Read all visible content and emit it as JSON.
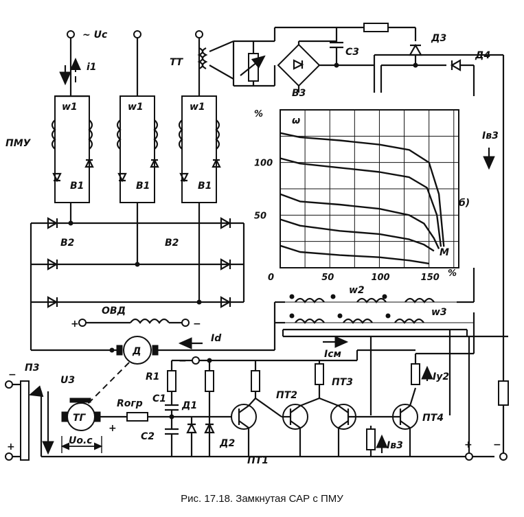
{
  "figure": {
    "caption": "Рис. 17.18. Замкнутая САР с ПМУ"
  },
  "labels": {
    "supply": "~ Uc",
    "current_i1": "i1",
    "amplifier": "ПМУ",
    "winding_w1": "w1",
    "rectifier_v1": "В1",
    "rectifier_v2": "В2",
    "current_transformer": "ТТ",
    "rectifier_v3": "В3",
    "capacitor_c3": "С3",
    "diode_d3": "Д3",
    "diode_d4": "Д4",
    "current_iv3": "Iв3",
    "excitation_winding": "ОВД",
    "current_id": "Id",
    "motor": "Д",
    "tachogenerator": "ТГ",
    "potentiometer": "П3",
    "voltage_u3": "U3",
    "voltage_uoc": "Uо.с",
    "resistor_r1": "R1",
    "resistor_rogr": "Rогр",
    "capacitor_c1": "С1",
    "capacitor_c2": "С2",
    "diode_d1": "Д1",
    "diode_d2": "Д2",
    "transistor_pt1": "ПТ1",
    "transistor_pt2": "ПТ2",
    "transistor_pt3": "ПТ3",
    "transistor_pt4": "ПТ4",
    "winding_w2": "w2",
    "winding_w3": "w3",
    "current_icm": "Iсм",
    "current_iu2": "Iу2",
    "current_iv3_low": "Iв3",
    "plus": "+",
    "minus": "−"
  },
  "chart_data": {
    "type": "line",
    "panel_label": "б)",
    "y_unit": "%",
    "x_unit": "%",
    "y_var": "ω",
    "x_var": "M",
    "x_ticks": [
      "0",
      "50",
      "100",
      "150"
    ],
    "y_ticks": [
      "50",
      "100"
    ],
    "xlim": [
      0,
      180
    ],
    "ylim": [
      0,
      150
    ],
    "grid": true,
    "series": [
      {
        "x": [
          0,
          20,
          60,
          100,
          130,
          150,
          160,
          165
        ],
        "y": [
          128,
          124,
          121,
          117,
          112,
          100,
          70,
          20
        ]
      },
      {
        "x": [
          0,
          20,
          60,
          100,
          130,
          148,
          158,
          162
        ],
        "y": [
          104,
          99,
          95,
          91,
          86,
          76,
          50,
          20
        ]
      },
      {
        "x": [
          0,
          20,
          60,
          100,
          130,
          145,
          155,
          160
        ],
        "y": [
          70,
          63,
          60,
          56,
          50,
          42,
          28,
          18
        ]
      },
      {
        "x": [
          0,
          20,
          60,
          100,
          130,
          145,
          155
        ],
        "y": [
          46,
          40,
          35,
          32,
          27,
          22,
          16
        ]
      },
      {
        "x": [
          0,
          20,
          60,
          100,
          130,
          150
        ],
        "y": [
          21,
          15,
          12,
          10,
          7,
          4
        ]
      }
    ]
  }
}
